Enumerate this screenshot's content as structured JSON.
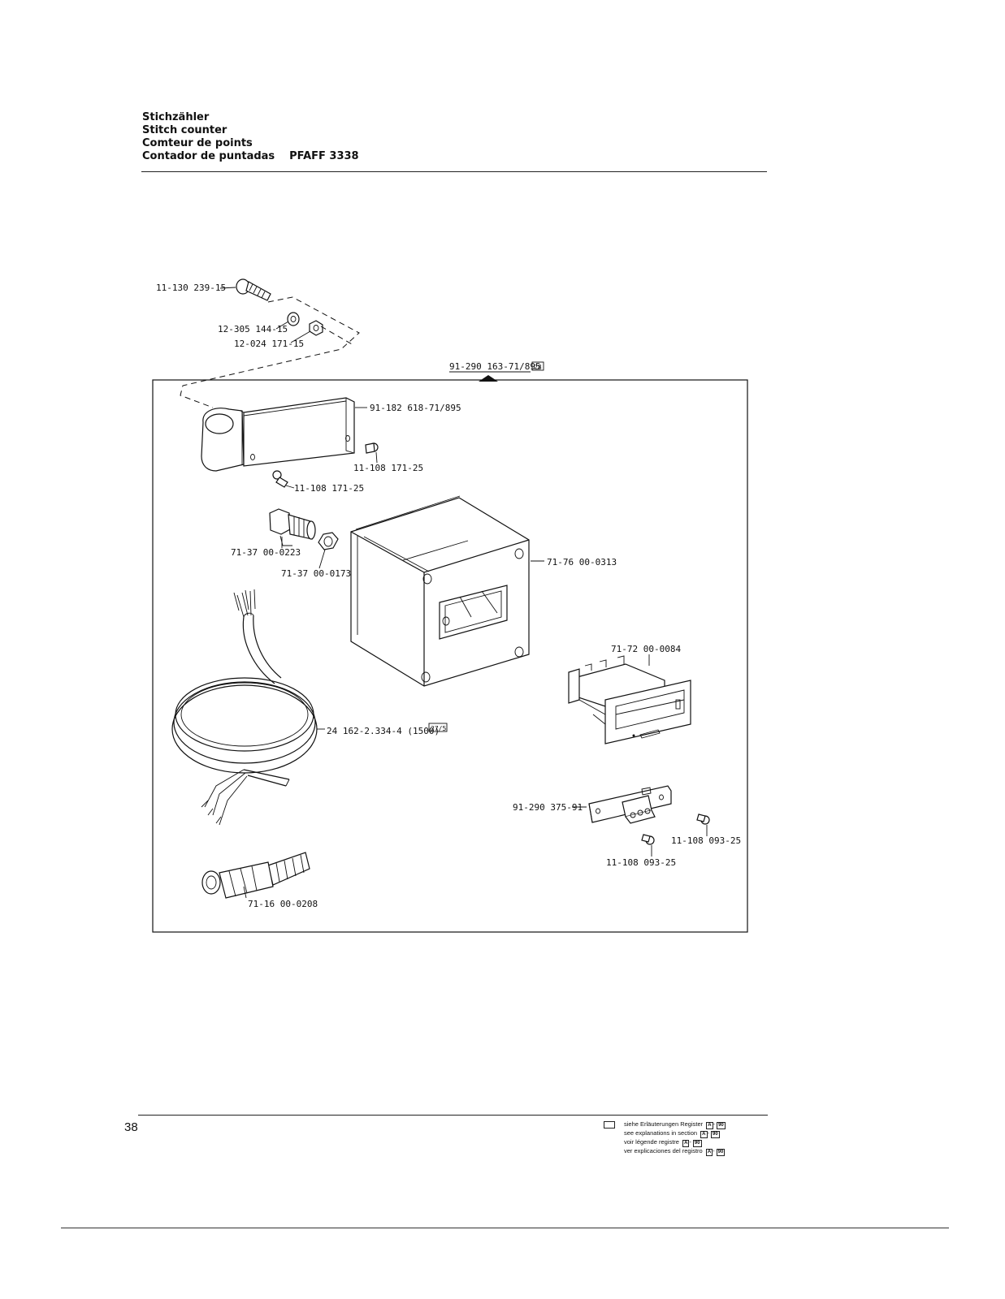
{
  "header": {
    "title_de": "Stichzähler",
    "title_en": "Stitch counter",
    "title_fr": "Comteur de points",
    "title_es": "Contador de puntadas",
    "model": "PFAFF 3338"
  },
  "parts": {
    "assembly": "91-290 163-71/895",
    "assembly_ref": "28",
    "screw_top": "11-130 239-15",
    "washer": "12-305 144-15",
    "nut": "12-024 171-15",
    "bracket": "91-182 618-71/895",
    "screw_bracket_right": "11-108 171-25",
    "screw_bracket_left": "11-108 171-25",
    "gland": "71-37 00-0223",
    "gland_nut": "71-37 00-0173",
    "housing": "71-76 00-0313",
    "counter": "71-72 00-0084",
    "cable": "24 162-2.334-4 (1500)",
    "cable_ref": "27/5",
    "terminal": "91-290 375-91",
    "screw_terminal_right": "11-108 093-25",
    "screw_terminal_left": "11-108 093-25",
    "connector": "71-16 00-0208"
  },
  "footer": {
    "page_number": "38",
    "legend_de": "siehe Erläuterungen Register",
    "legend_en": "see explanations in section",
    "legend_fr": "voir légende registre",
    "legend_es": "ver explicaciones del registro",
    "code_a": "A",
    "code_b": "90"
  }
}
